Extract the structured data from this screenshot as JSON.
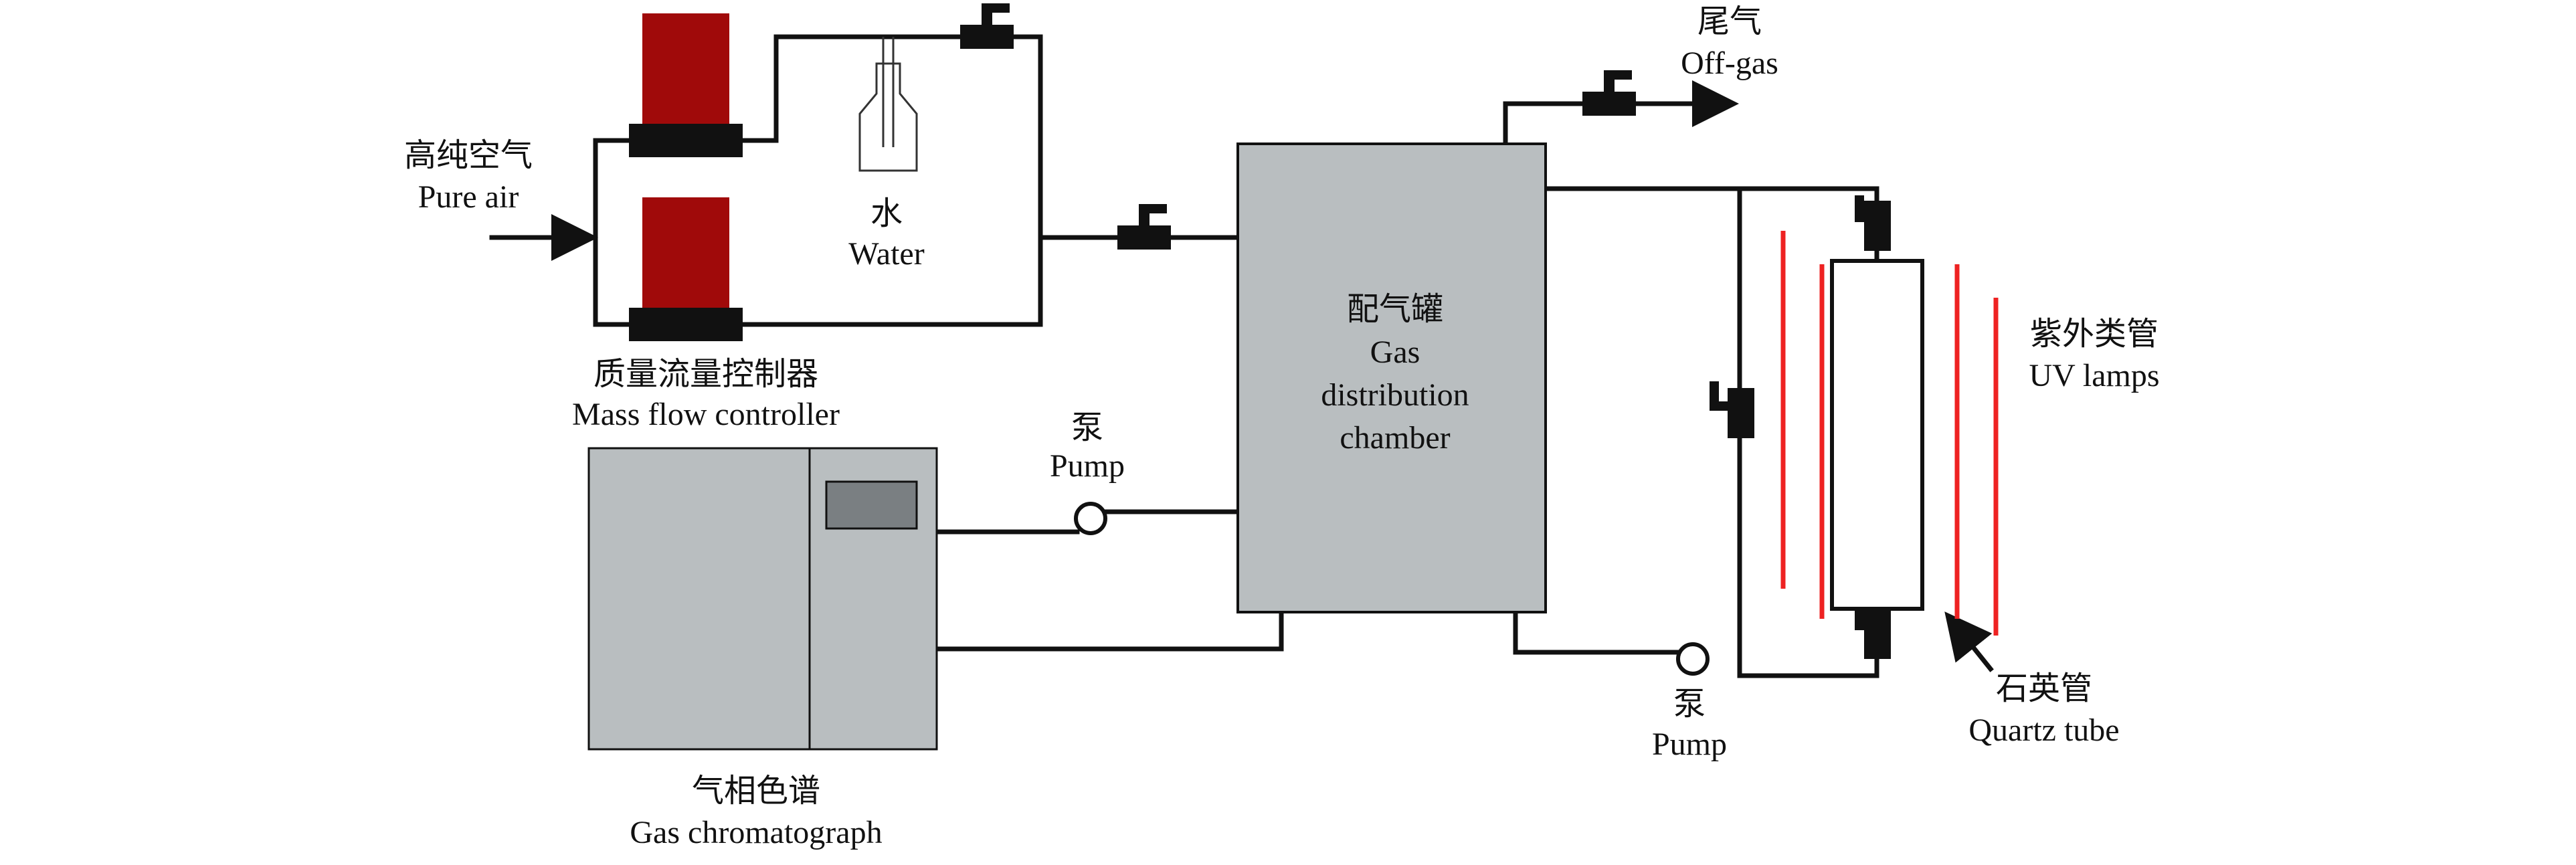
{
  "labels": {
    "pure_air_cn": "高纯空气",
    "pure_air_en": "Pure air",
    "water_cn": "水",
    "water_en": "Water",
    "mfc_cn": "质量流量控制器",
    "mfc_en": "Mass flow controller",
    "pump1_cn": "泵",
    "pump1_en": "Pump",
    "gc_cn": "气相色谱",
    "gc_en": "Gas chromatograph",
    "chamber_cn": "配气罐",
    "chamber_en_1": "Gas",
    "chamber_en_2": "distribution",
    "chamber_en_3": "chamber",
    "offgas_cn": "尾气",
    "offgas_en": "Off-gas",
    "uv_cn": "紫外类管",
    "uv_en": "UV lamps",
    "pump2_cn": "泵",
    "pump2_en": "Pump",
    "quartz_cn": "石英管",
    "quartz_en": "Quartz tube"
  },
  "colors": {
    "mfc_block": "#a00a0a",
    "equipment_fill": "#b9bec0",
    "uv_lamp": "#ee2222",
    "pipe": "#111111"
  },
  "icons": {
    "valve": "valve-icon",
    "pump": "pump-icon",
    "water_bottle": "water-bottle-icon",
    "arrow": "flow-arrow-icon"
  }
}
